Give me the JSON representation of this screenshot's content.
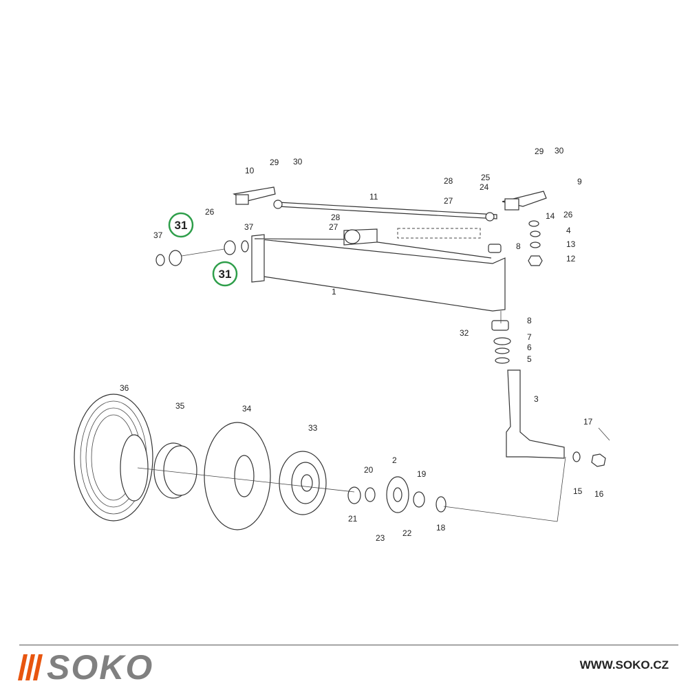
{
  "labels": [
    {
      "text": "1"
    },
    {
      "text": "2"
    },
    {
      "text": "3"
    },
    {
      "text": "4"
    },
    {
      "text": "5"
    },
    {
      "text": "6"
    },
    {
      "text": "7"
    },
    {
      "text": "8"
    },
    {
      "text": "8"
    },
    {
      "text": "9"
    },
    {
      "text": "10"
    },
    {
      "text": "11"
    },
    {
      "text": "12"
    },
    {
      "text": "13"
    },
    {
      "text": "14"
    },
    {
      "text": "15"
    },
    {
      "text": "16"
    },
    {
      "text": "17"
    },
    {
      "text": "18"
    },
    {
      "text": "19"
    },
    {
      "text": "20"
    },
    {
      "text": "21"
    },
    {
      "text": "22"
    },
    {
      "text": "23"
    },
    {
      "text": "24"
    },
    {
      "text": "25"
    },
    {
      "text": "26"
    },
    {
      "text": "26"
    },
    {
      "text": "27"
    },
    {
      "text": "27"
    },
    {
      "text": "28"
    },
    {
      "text": "28"
    },
    {
      "text": "29"
    },
    {
      "text": "29"
    },
    {
      "text": "30"
    },
    {
      "text": "30"
    },
    {
      "text": "32"
    },
    {
      "text": "33"
    },
    {
      "text": "34"
    },
    {
      "text": "35"
    },
    {
      "text": "36"
    },
    {
      "text": "37"
    },
    {
      "text": "37"
    }
  ],
  "highlighted": [
    {
      "text": "31"
    },
    {
      "text": "31"
    }
  ],
  "highlight_color": "#2e9e4a",
  "footer": {
    "brand": "SOKO",
    "website": "WWW.SOKO.CZ",
    "brand_color": "#808080",
    "stripe_color": "#e8550f"
  }
}
